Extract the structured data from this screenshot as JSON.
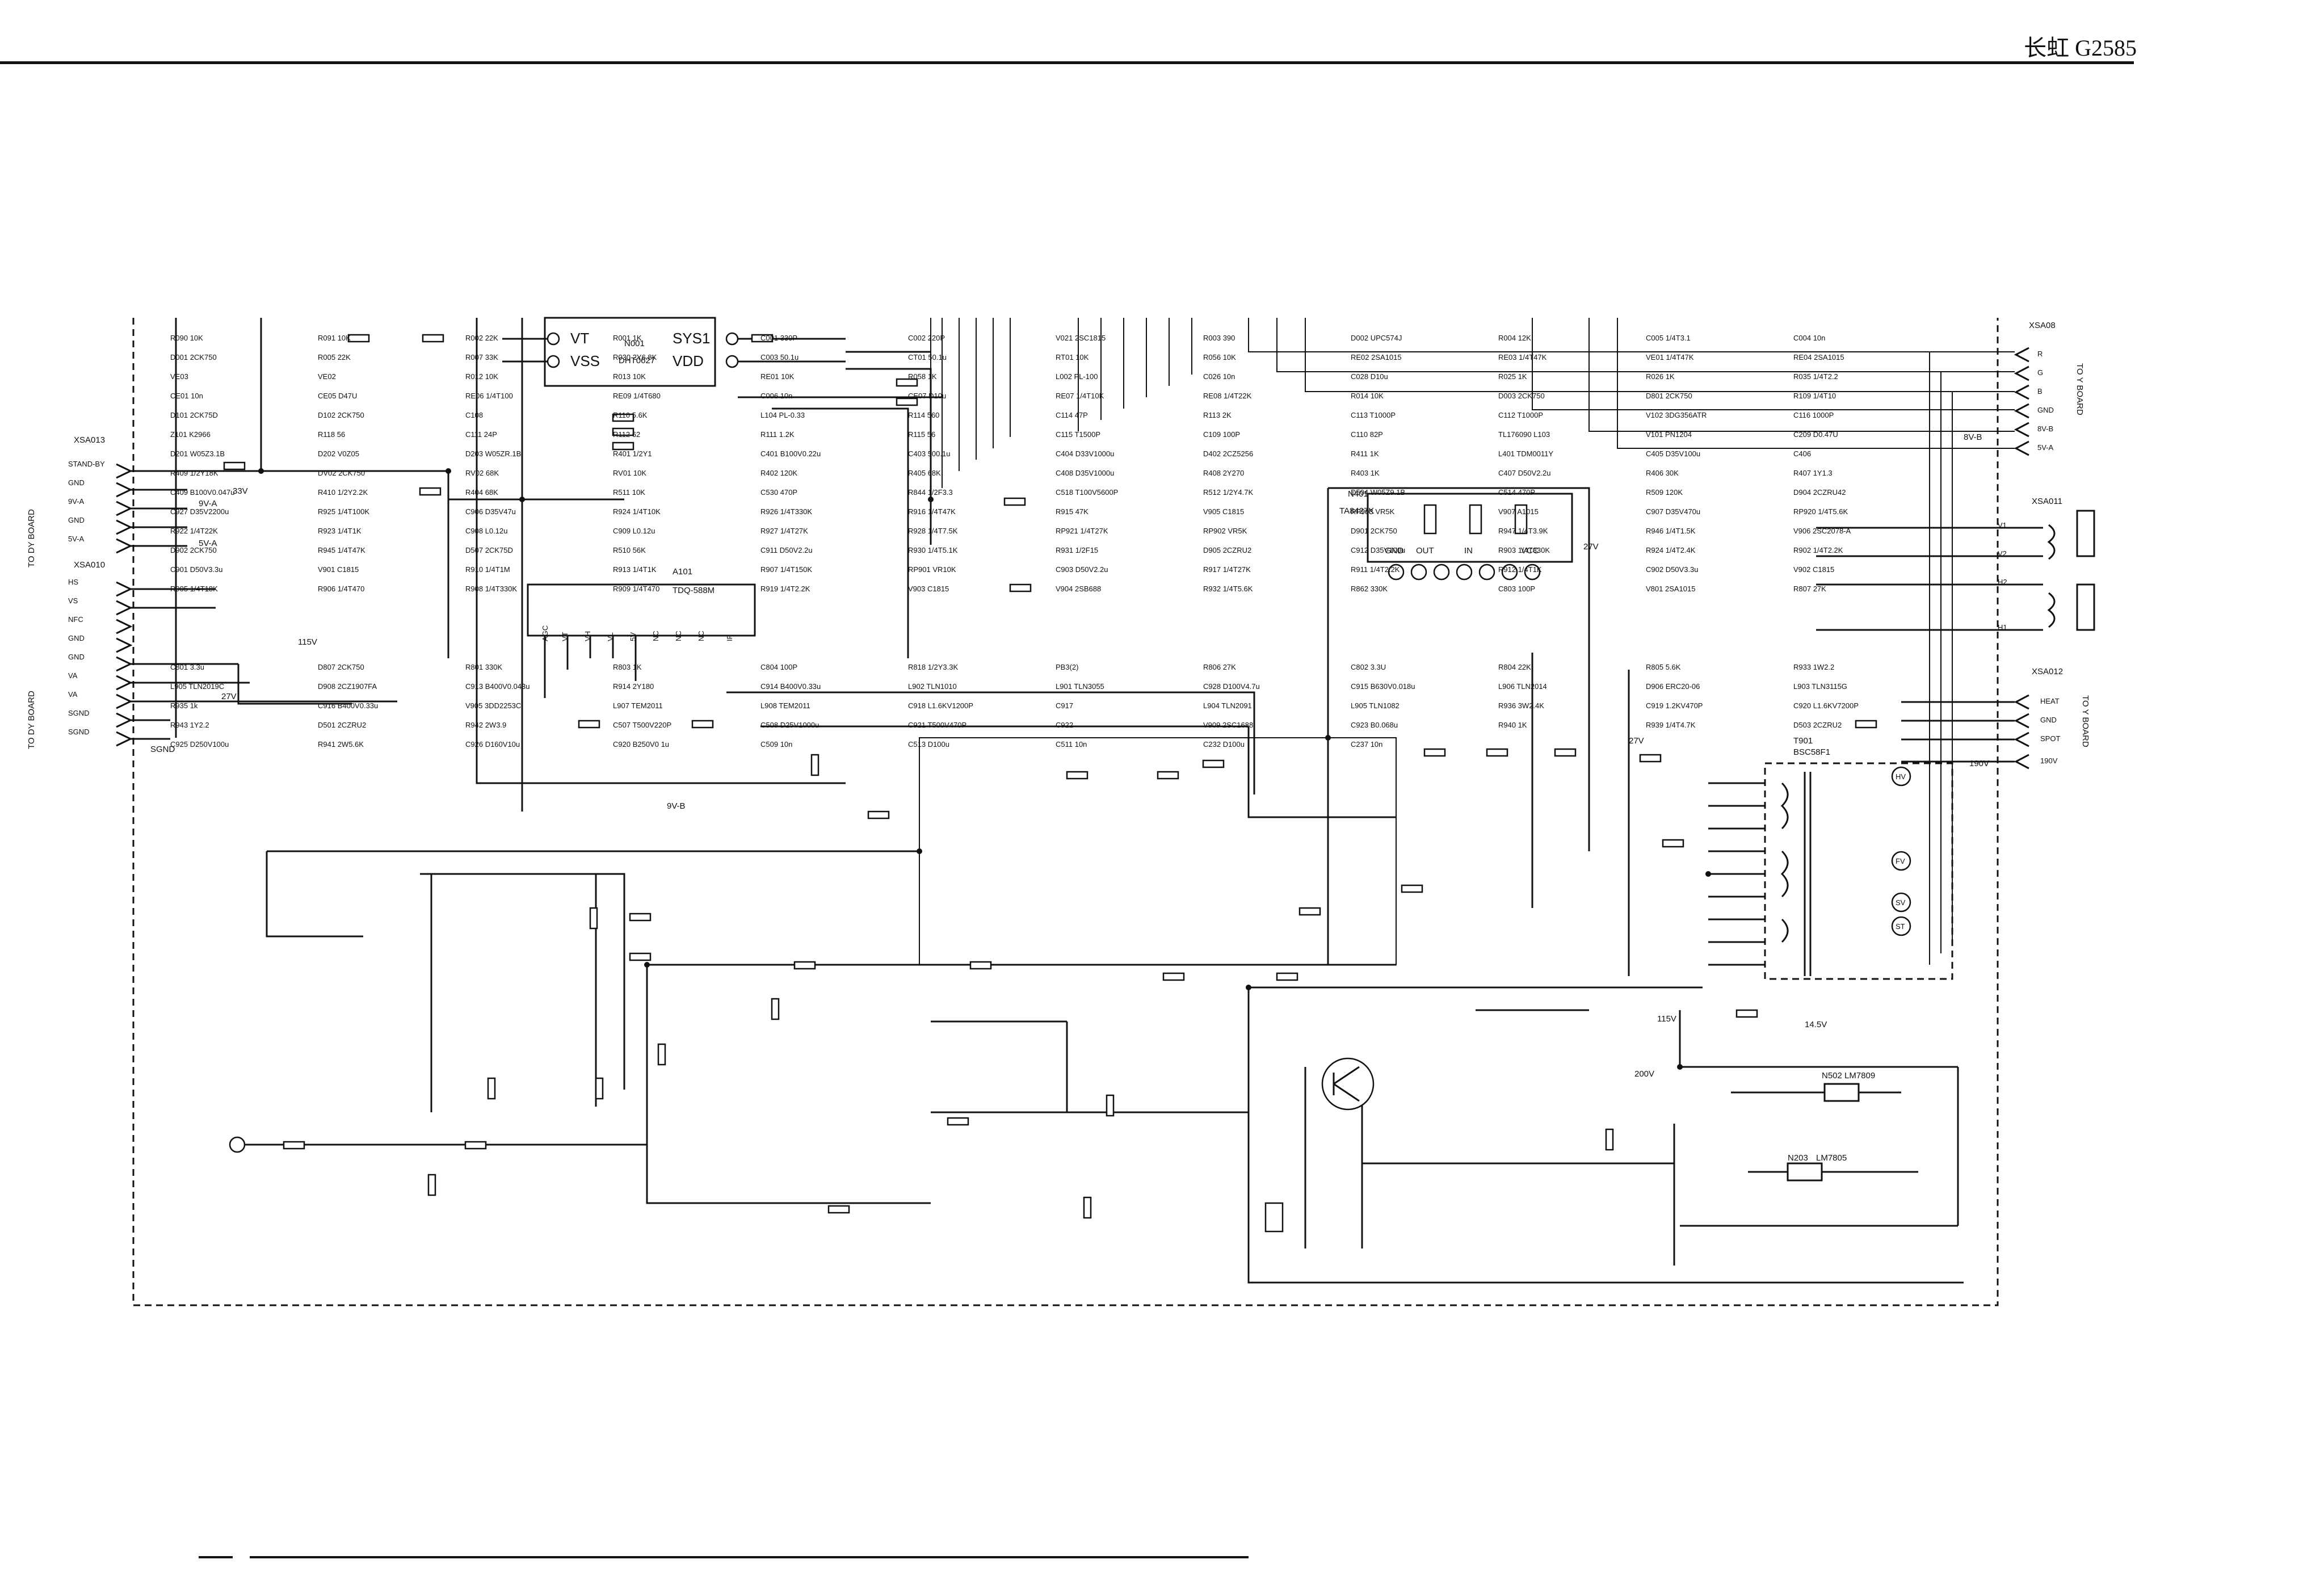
{
  "page": {
    "title": "长虹 G2585"
  },
  "connectors": [
    {
      "id": "XSA013",
      "label": "XSA013",
      "pins": [
        "STAND-BY",
        "GND",
        "9V-A",
        "GND",
        "5V-A"
      ],
      "side_label": "TO DY BOARD"
    },
    {
      "id": "XSA010",
      "label": "XSA010",
      "pins": [
        "HS",
        "VS",
        "NFC",
        "GND",
        "GND",
        "VA",
        "VA",
        "SGND",
        "SGND"
      ],
      "side_label": "TO DY BOARD"
    },
    {
      "id": "XSA08",
      "label": "XSA08",
      "pins": [
        "R",
        "G",
        "B",
        "GND",
        "8V-B",
        "5V-A"
      ],
      "side_label": "TO Y BOARD"
    },
    {
      "id": "XSA011",
      "label": "XSA011",
      "pins": [
        "V1",
        "V2",
        "H2",
        "H1"
      ],
      "side_label": ""
    },
    {
      "id": "XSA012",
      "label": "XSA012",
      "pins": [
        "HEAT",
        "GND",
        "SPOT",
        "190V"
      ],
      "side_label": "TO Y BOARD"
    }
  ],
  "ics": [
    {
      "id": "N001",
      "label": "N001",
      "part": "DHT0627",
      "pins": [
        "VT",
        "VSS",
        "SYS1",
        "VDD"
      ]
    },
    {
      "id": "A101",
      "label": "A101",
      "part": "TDQ-588M",
      "pins": [
        "AGC",
        "VT",
        "VH",
        "VL",
        "5V",
        "NC",
        "NC",
        "NC",
        "IF"
      ]
    },
    {
      "id": "N401",
      "label": "N401",
      "part": "TA8427K",
      "pins": [
        "GND",
        "OUT",
        "IN",
        "VCC"
      ]
    },
    {
      "id": "T901",
      "label": "T901",
      "part": "BSC58F1",
      "pins": [
        "HV",
        "FV",
        "SV",
        "ST"
      ]
    },
    {
      "id": "N502",
      "label": "N502",
      "part": "LM7809"
    },
    {
      "id": "N203",
      "label": "N203",
      "part": "LM7805"
    }
  ],
  "components": [
    "R090 10K",
    "R091 10K",
    "R002 22K",
    "R001 1K",
    "C001 330P",
    "C002 220P",
    "V021 2SC1815",
    "R003 390",
    "D002 UPC574J",
    "R004 12K",
    "C005 1/4T3.1",
    "C004 10n",
    "D001 2CK750",
    "R005 22K",
    "R007 33K",
    "R030 2Y6.8K",
    "C003 50.1u",
    "CT01 50.1u",
    "RT01 10K",
    "R056 10K",
    "RE02 2SA1015",
    "RE03 1/4T47K",
    "VE01 1/4T47K",
    "RE04 2SA1015",
    "VE03",
    "VE02",
    "R012 10K",
    "R013 10K",
    "RE01 10K",
    "R058 1K",
    "L002 PL-100",
    "C026 10n",
    "C028 D10u",
    "R025 1K",
    "R026 1K",
    "R035 1/4T2.2",
    "CE01 10n",
    "CE05 D47U",
    "RE06 1/4T100",
    "RE09 1/4T680",
    "C006 10n",
    "CE07 D10u",
    "RE07 1/4T10K",
    "RE08 1/4T22K",
    "R014 10K",
    "D003 2CK750",
    "D801 2CK750",
    "R109 1/4T10",
    "D101 2CK75D",
    "D102 2CK750",
    "C108",
    "R110 5.6K",
    "L104 PL-0.33",
    "R114 560",
    "C114 47P",
    "R113 2K",
    "C113 T1000P",
    "C112 T1000P",
    "V102 3DG356ATR",
    "C116 1000P",
    "Z101 K2966",
    "R118 56",
    "C111 24P",
    "R112 62",
    "R111 1.2K",
    "R115 56",
    "C115 T1500P",
    "C109 100P",
    "C110 82P",
    "TL176090 L103",
    "V101 PN1204",
    "C209 D0.47U",
    "D201 W05Z3.1B",
    "D202 V0Z05",
    "D203 W05ZR.1B",
    "R401 1/2Y1",
    "C401 B100V0.22u",
    "C403 500.1u",
    "C404 D33V1000u",
    "D402 2CZ5256",
    "R411 1K",
    "L401 TDM0011Y",
    "C405 D35V100u",
    "C406",
    "R409 1/2Y18K",
    "DV02 2CK750",
    "RV02 68K",
    "RV01 10K",
    "R402 120K",
    "R405 68K",
    "C408 D35V1000u",
    "R408 2Y270",
    "R403 1K",
    "C407 D50V2.2u",
    "R406 30K",
    "R407 1Y1.3",
    "C409 B100V0.047u",
    "R410 1/2Y2.2K",
    "R404 68K",
    "R511 10K",
    "C530 470P",
    "R844 1/2F3.3",
    "C518 T100V5600P",
    "R512 1/2Y4.7K",
    "D504 W05Z9.1B",
    "C514 470P",
    "R509 120K",
    "D904 2CZRU42",
    "C927 D35V2200u",
    "R925 1/4T100K",
    "C906 D35V47u",
    "R924 1/4T10K",
    "R926 1/4T330K",
    "R916 1/4T47K",
    "R915 47K",
    "V905 C1815",
    "RP903 VR5K",
    "V907 A1015",
    "C907 D35V470u",
    "RP920 1/4T5.6K",
    "R922 1/4T22K",
    "R923 1/4T1K",
    "C908 L0.12u",
    "C909 L0.12u",
    "R927 1/4T27K",
    "R928 1/4T7.5K",
    "RP921 1/4T27K",
    "RP902 VR5K",
    "D901 2CK750",
    "R947 1/4T3.9K",
    "R946 1/4T1.5K",
    "V906 2SC2078-A",
    "D902 2CK750",
    "R945 1/4T47K",
    "D507 2CK75D",
    "R510 56K",
    "C911 D50V2.2u",
    "R930 1/4T5.1K",
    "R931 1/2F15",
    "D905 2CZRU2",
    "C912 D35V100u",
    "R903 1/4T330K",
    "R924 1/4T2.4K",
    "R902 1/4T2.2K",
    "C901 D50V3.3u",
    "V901 C1815",
    "R910 1/4T1M",
    "R913 1/4T1K",
    "R907 1/4T150K",
    "RP901 VR10K",
    "C903 D50V2.2u",
    "R917 1/4T27K",
    "R911 1/4T2.2K",
    "R912 1/4T1K",
    "C902 D50V3.3u",
    "V902 C1815",
    "R905 1/4T18K",
    "R906 1/4T470",
    "R908 1/4T330K",
    "R909 1/4T470",
    "R919 1/4T2.2K",
    "V903 C1815",
    "V904 2SB688",
    "R932 1/4T5.6K",
    "R862 330K",
    "C803 100P",
    "V801 2SA1015",
    "R807 27K",
    "C801 3.3u",
    "D807 2CK750",
    "R801 330K",
    "R803 1K",
    "C804 100P",
    "R818 1/2Y3.3K",
    "PB3(2)",
    "R806 27K",
    "C802 3.3U",
    "R804 22K",
    "R805 5.6K",
    "R933 1W2.2",
    "L905 TLN2019C",
    "D908 2CZ1907FA",
    "C913 B400V0.043u",
    "R914 2Y180",
    "C914 B400V0.33u",
    "L902 TLN1010",
    "L901 TLN3055",
    "C928 D100V4.7u",
    "C915 B630V0.018u",
    "L906 TLN2014",
    "D906 ERC20-06",
    "L903 TLN3115G",
    "R935 1k",
    "C916 B400V0.33u",
    "V905 3DD2253C",
    "L907 TEM2011",
    "L908 TEM2011",
    "C918 L1.6KV1200P",
    "C917",
    "L904 TLN2091",
    "L905 TLN1082",
    "R936 3W2.4K",
    "C919 1.2KV470P",
    "C920 L1.6KV7200P",
    "R943 1Y2.2",
    "D501 2CZRU2",
    "R942 2W3.9",
    "C507 T500V220P",
    "C508 D25V1000u",
    "C921 T500V470P",
    "C922",
    "V909 2SC1688",
    "C923 B0.068u",
    "R940 1K",
    "R939 1/4T4.7K",
    "D503 2CZRU2",
    "C925 D250V100u",
    "R941 2W5.6K",
    "C926 D160V10u",
    "C920 B250V0 1u",
    "C509 10n",
    "C513 D100u",
    "C511 10n",
    "C232 D100u",
    "C237 10n"
  ],
  "labels": {
    "v9va": "9V-A",
    "v5va": "5V-A",
    "v115": "115V",
    "v27": "27V",
    "v200": "200V",
    "v145": "14.5V",
    "v9vb": "9V-B",
    "v115b": "115V",
    "v27b": "27V",
    "v190": "190V",
    "v8vb": "8V-B",
    "ref33": "33V",
    "ref27a": "27V",
    "gnd": "SGND"
  }
}
